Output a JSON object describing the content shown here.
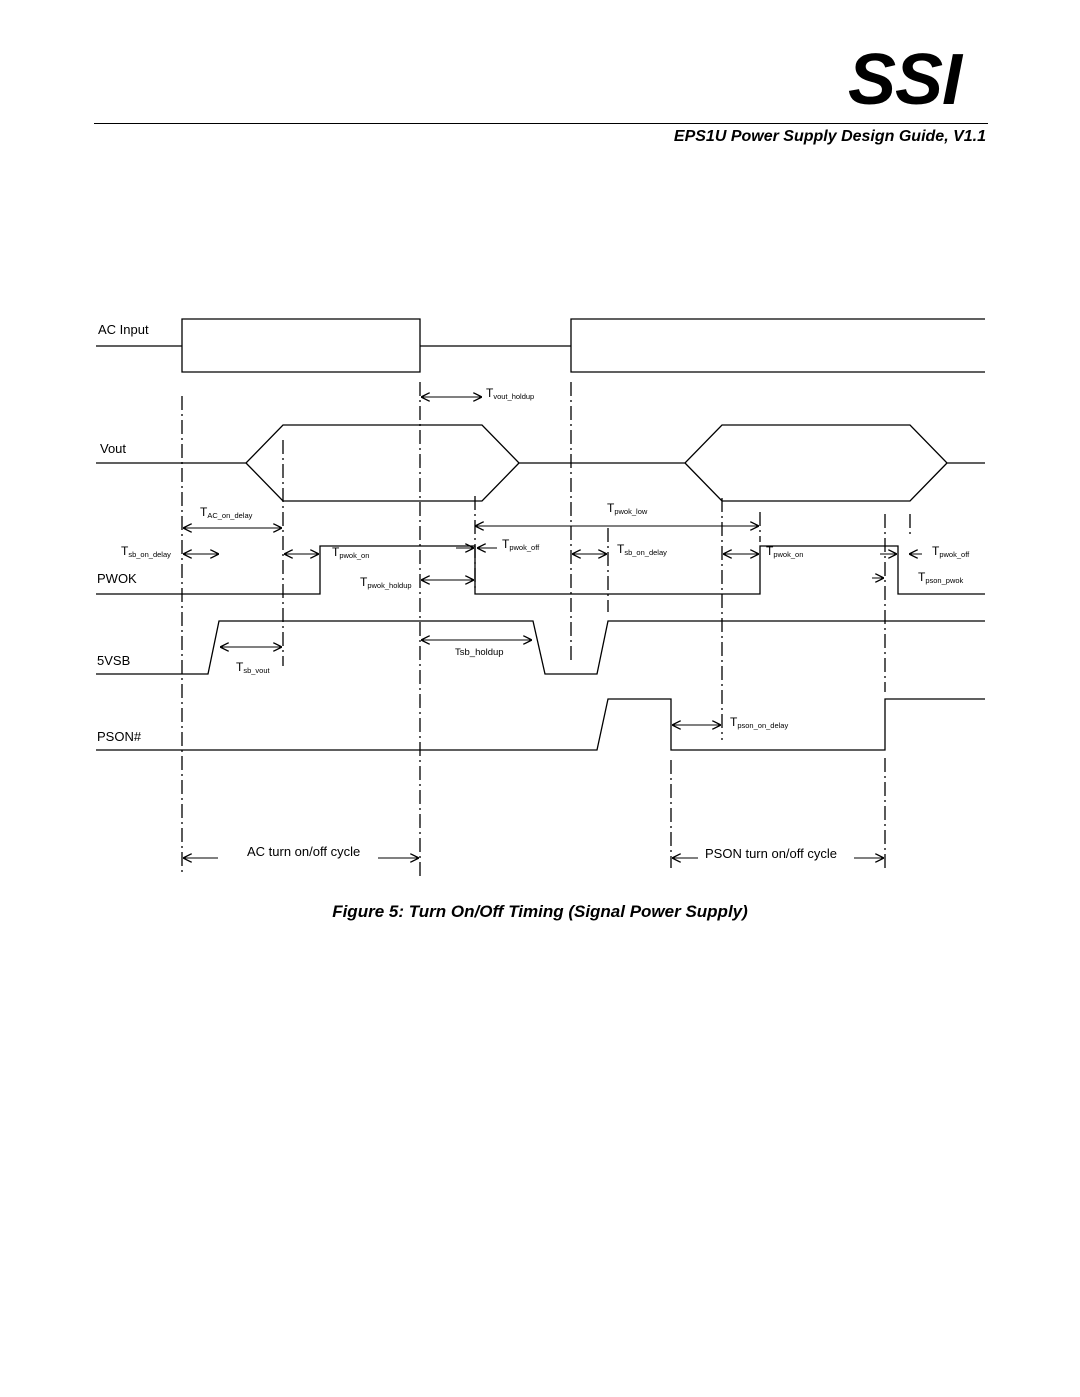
{
  "header": {
    "logo": "SSI",
    "subtitle": "EPS1U Power Supply Design Guide, V1.1"
  },
  "signals": {
    "ac_input": "AC Input",
    "vout": "Vout",
    "pwok": "PWOK",
    "vsb": "5VSB",
    "pson": "PSON#"
  },
  "timing_labels": {
    "vout_holdup": {
      "main": "T",
      "sub": "vout_holdup"
    },
    "ac_on_delay": {
      "main": "T",
      "sub": "AC_on_delay"
    },
    "pwok_low": {
      "main": "T",
      "sub": "pwok_low"
    },
    "sb_on_delay_1": {
      "main": "T",
      "sub": "sb_on_delay"
    },
    "pwok_on_1": {
      "main": "T",
      "sub": "pwok_on"
    },
    "pwok_off_1": {
      "main": "T",
      "sub": "pwok_off"
    },
    "sb_on_delay_2": {
      "main": "T",
      "sub": "sb_on_delay"
    },
    "pwok_on_2": {
      "main": "T",
      "sub": "pwok_on"
    },
    "pwok_off_2": {
      "main": "T",
      "sub": "pwok_off"
    },
    "pwok_holdup": {
      "main": "T",
      "sub": "pwok_holdup"
    },
    "pson_pwok": {
      "main": "T",
      "sub": "pson_pwok"
    },
    "sb_holdup": "Tsb_holdup",
    "sb_vout": {
      "main": "T",
      "sub": "sb_vout"
    },
    "pson_on_delay": {
      "main": "T",
      "sub": "pson_on_delay"
    }
  },
  "cycles": {
    "ac": "AC turn on/off cycle",
    "pson": "PSON turn on/off cycle"
  },
  "caption": "Figure 5:  Turn On/Off Timing (Signal Power Supply)"
}
